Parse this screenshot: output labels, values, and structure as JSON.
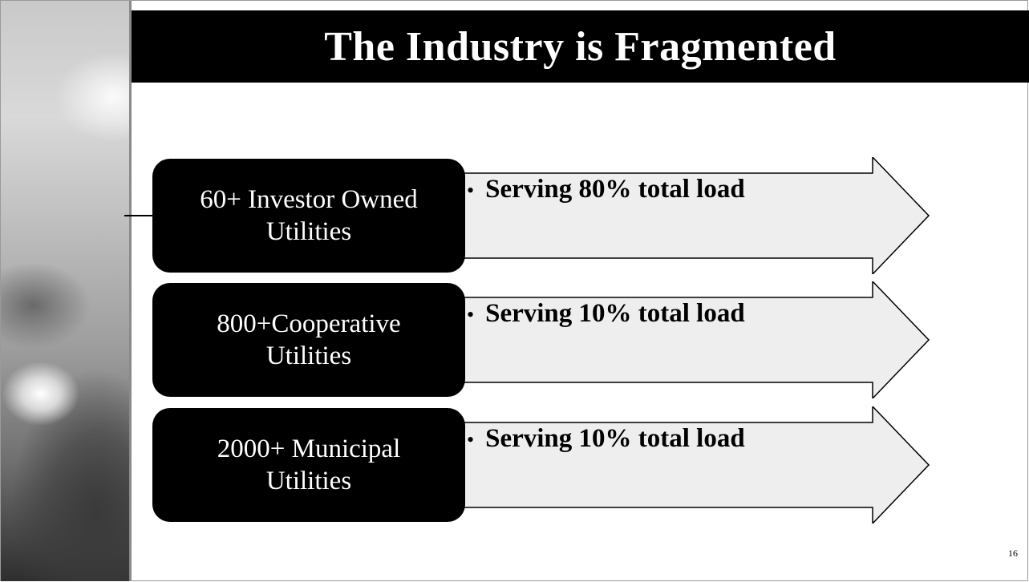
{
  "slide": {
    "title": "The Industry is Fragmented",
    "page_number": "16"
  },
  "rows": [
    {
      "box_line1": "60+ Investor Owned",
      "box_line2": "Utilities",
      "bullet": "Serving 80% total load"
    },
    {
      "box_line1": "800+Cooperative",
      "box_line2": "Utilities",
      "bullet": "Serving 10% total load"
    },
    {
      "box_line1": "2000+ Municipal",
      "box_line2": "Utilities",
      "bullet": "Serving 10% total load"
    }
  ],
  "colors": {
    "title_bar": "#000000",
    "box": "#000000",
    "arrow_fill": "#eeeeee",
    "arrow_stroke": "#000000"
  }
}
